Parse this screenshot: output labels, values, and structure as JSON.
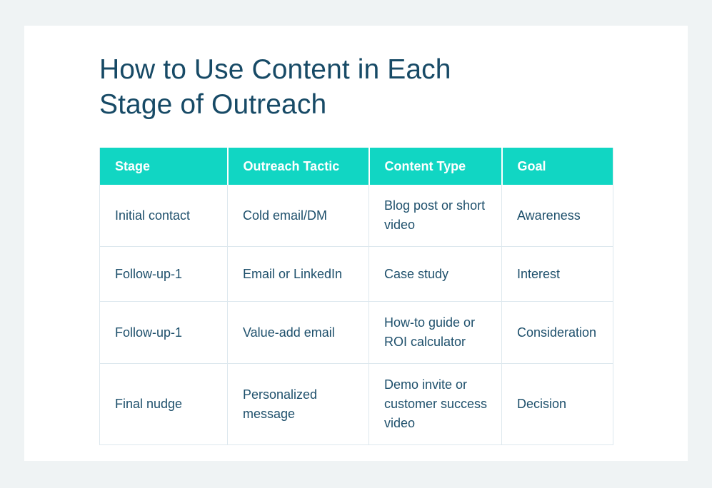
{
  "page": {
    "background_color": "#eff3f4",
    "card_background_color": "#ffffff"
  },
  "title": "How to Use Content in Each Stage of Outreach",
  "table": {
    "header_color": "#11d6c3",
    "header_text_color": "#ffffff",
    "body_text_color": "#1d4f6b",
    "border_color": "#dde8ee",
    "columns": [
      "Stage",
      "Outreach Tactic",
      "Content Type",
      "Goal"
    ],
    "rows": [
      {
        "stage": "Initial contact",
        "tactic": "Cold email/DM",
        "content_type": "Blog post or short video",
        "goal": "Awareness"
      },
      {
        "stage": "Follow-up-1",
        "tactic": "Email or LinkedIn",
        "content_type": "Case study",
        "goal": "Interest"
      },
      {
        "stage": "Follow-up-1",
        "tactic": "Value-add email",
        "content_type": "How-to guide or ROI calculator",
        "goal": "Consideration"
      },
      {
        "stage": "Final nudge",
        "tactic": "Personalized message",
        "content_type": "Demo invite or customer success video",
        "goal": "Decision"
      }
    ]
  }
}
